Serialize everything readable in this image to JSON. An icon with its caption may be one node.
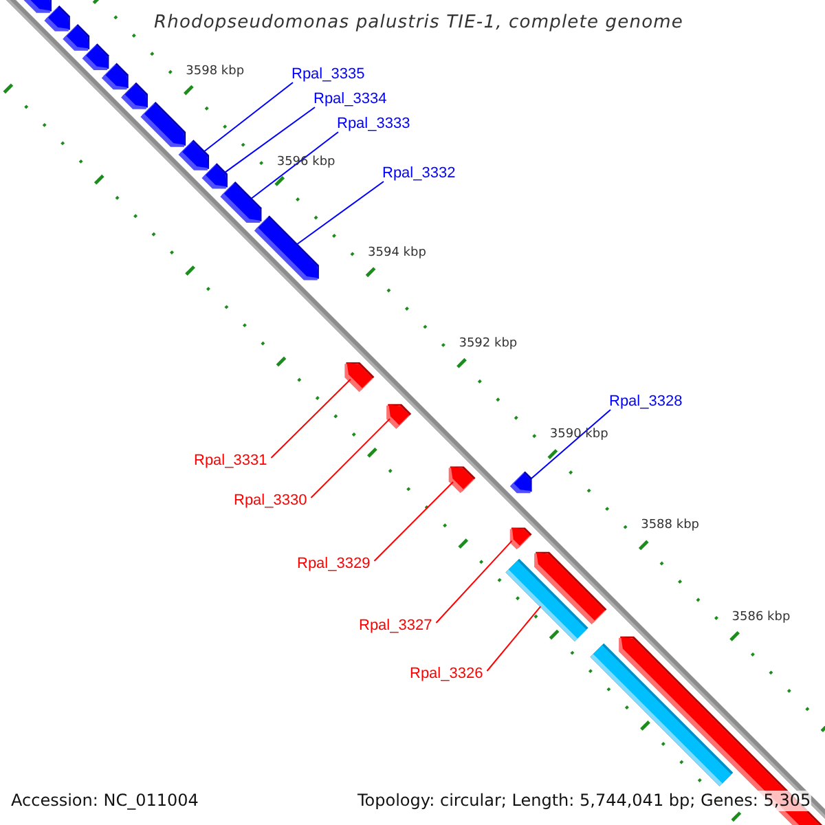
{
  "diagram": {
    "title": "Rhodopseudomonas palustris TIE-1, complete genome",
    "nodes": [
      {
        "text": [],
        "shape": "arrow"
      },
      {
        "text": [],
        "shape": "arrow"
      },
      {
        "text": [],
        "shape": "arrow"
      },
      {
        "text": [],
        "shape": "arrow"
      },
      {
        "text": [],
        "shape": "arrow"
      },
      {
        "text": [],
        "shape": "arrow"
      },
      {
        "text": [],
        "shape": "arrow"
      },
      {
        "text": [],
        "shape": "arrow"
      },
      {
        "text": [],
        "shape": "arrow"
      },
      {
        "text": [],
        "shape": "arrow"
      },
      {
        "text": [],
        "shape": "arrow"
      },
      {
        "text": [],
        "shape": "arrow"
      },
      {
        "text": [],
        "shape": "arrow"
      },
      {
        "text": [],
        "shape": "arrow"
      },
      {
        "text": [],
        "shape": "arrow"
      },
      {
        "text": [],
        "shape": "arrow"
      },
      {
        "text": [],
        "shape": "arrow"
      },
      {
        "text": [],
        "shape": "arrow"
      },
      {
        "text": [],
        "shape": "bar"
      },
      {
        "text": [],
        "shape": "bar"
      },
      {
        "text": [
          "Rpal_3335"
        ]
      },
      {
        "text": [
          "Rpal_3334"
        ]
      },
      {
        "text": [
          "Rpal_3333"
        ]
      },
      {
        "text": [
          "Rpal_3332"
        ]
      },
      {
        "text": [
          "Rpal_3328"
        ]
      },
      {
        "text": [
          "Rpal_3331"
        ]
      },
      {
        "text": [
          "Rpal_3330"
        ]
      },
      {
        "text": [
          "Rpal_3329"
        ]
      },
      {
        "text": [
          "Rpal_3327"
        ]
      },
      {
        "text": [
          "Rpal_3326"
        ]
      }
    ],
    "edges": [
      {
        "from": 20,
        "to": 7,
        "arrow": "none"
      },
      {
        "from": 21,
        "to": 8,
        "arrow": "none"
      },
      {
        "from": 22,
        "to": 9,
        "arrow": "none"
      },
      {
        "from": 23,
        "to": 10,
        "arrow": "none"
      },
      {
        "from": 24,
        "to": 11,
        "arrow": "none"
      },
      {
        "from": 25,
        "to": 12,
        "arrow": "none",
        "color": "#ff0000"
      },
      {
        "from": 26,
        "to": 13,
        "arrow": "none",
        "color": "#ff0000"
      },
      {
        "from": 27,
        "to": 14,
        "arrow": "none",
        "color": "#ff0000"
      },
      {
        "from": 28,
        "to": 15,
        "arrow": "none",
        "color": "#ff0000"
      },
      {
        "from": 29,
        "to": 18,
        "arrow": "none",
        "color": "#ff0000"
      }
    ],
    "labels": [
      "3598 kbp",
      "3596 kbp",
      "3594 kbp",
      "3592 kbp",
      "3590 kbp",
      "3588 kbp",
      "3586 kbp",
      "Accession: NC_011004",
      "Topology: circular; Length: 5,744,041 bp; Genes: 5,305"
    ]
  }
}
